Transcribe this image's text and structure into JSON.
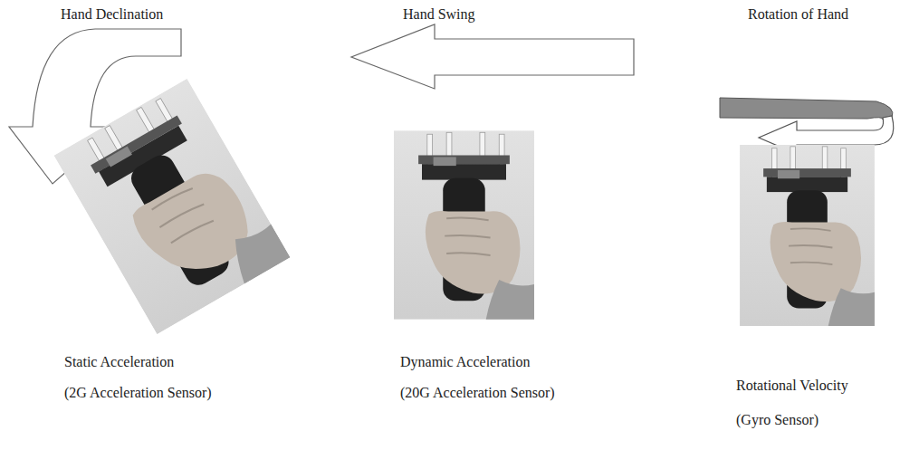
{
  "diagram": {
    "labels": [
      "Hand Declination",
      "Hand Swing",
      "Rotation of Hand",
      "Static Acceleration",
      "(2G Acceleration Sensor)",
      "Dynamic Acceleration",
      "(20G Acceleration Sensor)",
      "Rotational Velocity",
      "(Gyro Sensor)"
    ]
  }
}
